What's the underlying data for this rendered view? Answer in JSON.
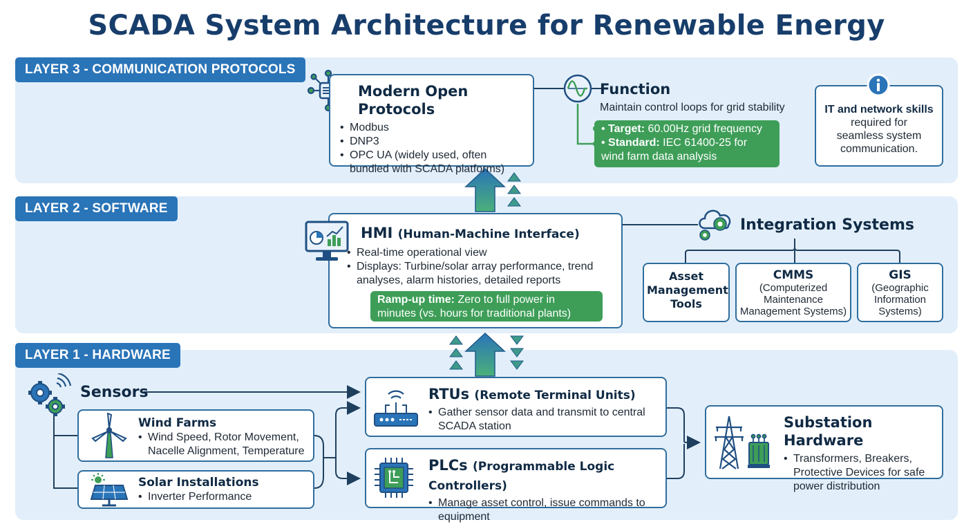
{
  "title": "SCADA System Architecture for Renewable Energy",
  "layer3": {
    "tag": "LAYER 3 - COMMUNICATION PROTOCOLS",
    "protocols": {
      "heading": "Modern Open Protocols",
      "items": [
        "Modbus",
        "DNP3",
        "OPC UA (widely used, often bundled with SCADA platforms)"
      ]
    },
    "function": {
      "heading": "Function",
      "description": "Maintain control loops for grid stability",
      "target_label": "Target:",
      "target_value": "60.00Hz grid frequency",
      "standard_label": "Standard:",
      "standard_value": "IEC 61400-25 for wind farm data analysis"
    },
    "info": {
      "bold": "IT and network skills",
      "text": "required for seamless system communication."
    }
  },
  "layer2": {
    "tag": "LAYER 2 - SOFTWARE",
    "hmi": {
      "heading": "HMI",
      "heading_sub": "(Human-Machine Interface)",
      "items": [
        "Real-time operational view",
        "Displays: Turbine/solar array performance, trend analyses, alarm histories, detailed reports"
      ],
      "rampup_label": "Ramp-up time:",
      "rampup_value": "Zero to full power in minutes (vs. hours for traditional plants)"
    },
    "integration": {
      "heading": "Integration Systems",
      "asset": "Asset Management Tools",
      "cmms_title": "CMMS",
      "cmms_desc": "(Computerized Maintenance Management Systems)",
      "gis_title": "GIS",
      "gis_desc": "(Geographic Information Systems)"
    }
  },
  "layer1": {
    "tag": "LAYER 1 - HARDWARE",
    "sensors": {
      "heading": "Sensors",
      "wind_heading": "Wind Farms",
      "wind_item": "Wind Speed, Rotor Movement, Nacelle Alignment, Temperature",
      "solar_heading": "Solar Installations",
      "solar_item": "Inverter Performance"
    },
    "rtus": {
      "heading": "RTUs",
      "heading_sub": "(Remote Terminal Units)",
      "item": "Gather sensor data and transmit to central SCADA station"
    },
    "plcs": {
      "heading": "PLCs",
      "heading_sub": "(Programmable Logic Controllers)",
      "item": "Manage asset control, issue commands to equipment"
    },
    "substation": {
      "heading": "Substation Hardware",
      "item": "Transformers, Breakers, Protective Devices for safe power distribution"
    }
  },
  "colors": {
    "title": "#173d6b",
    "layer_tag": "#2a74b8",
    "band": "#e2effa",
    "box_border": "#2f6d9e",
    "green": "#3e9e58",
    "arrow_top": "#2a74b8",
    "arrow_bottom": "#4bb07a"
  },
  "icons": [
    "network-hub-icon",
    "sine-wave-icon",
    "info-icon",
    "monitor-chart-icon",
    "cloud-gear-icon",
    "gears-wireless-icon",
    "wind-turbine-icon",
    "solar-panel-icon",
    "router-icon",
    "chip-icon",
    "power-tower-icon",
    "transformer-icon"
  ]
}
